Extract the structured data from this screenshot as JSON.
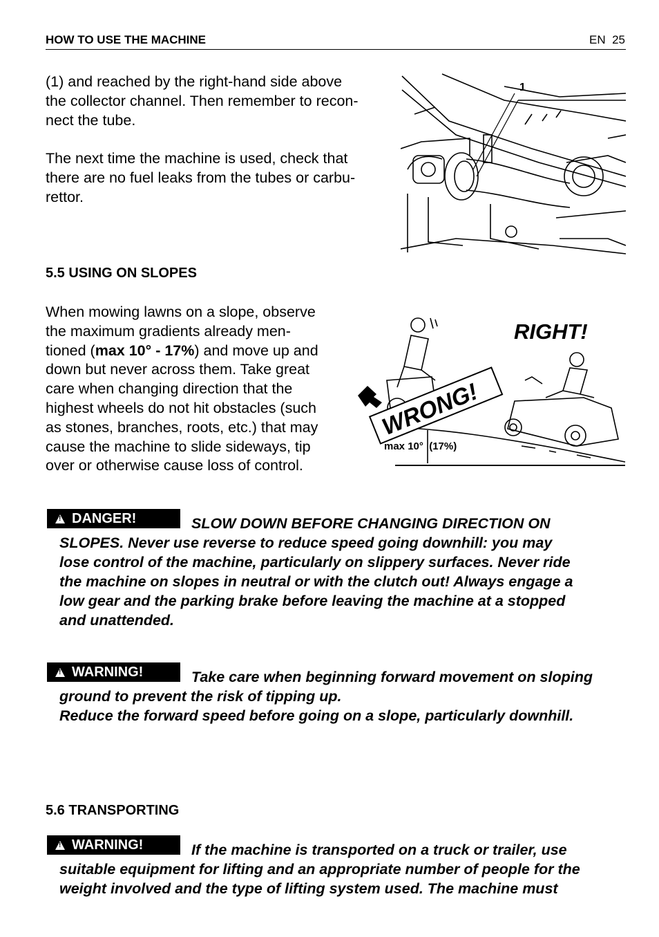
{
  "header": {
    "section_title": "HOW TO USE THE MACHINE",
    "page_ref": "EN  25"
  },
  "intro": {
    "para1": "(1) and reached by the right-hand side above the collector channel. Then remember to recon-nect the tube.",
    "para1_lines": [
      "(1) and reached by the right-hand side above",
      "the collector channel. Then remember to recon-",
      "nect the tube."
    ],
    "para2_lines": [
      "The next time the machine is used, check that",
      "there are no fuel leaks from the tubes or carbu-",
      "rettor."
    ]
  },
  "figure_top": {
    "callout": "1"
  },
  "section_55": {
    "heading": "5.5  USING ON SLOPES",
    "lines": [
      "When mowing lawns on a slope, observe",
      "the maximum gradients already men-",
      "tioned (",
      "max 10° - 17%",
      ") and move up and",
      "down but never across them. Take great",
      "care when changing direction that the",
      "highest wheels do not hit obstacles (such",
      "as stones, branches, roots, etc.) that may",
      "cause the machine to slide sideways, tip",
      "over or otherwise cause loss of control."
    ]
  },
  "figure_slope": {
    "right_label": "RIGHT!",
    "wrong_label": "WRONG!",
    "gradient_label": "max 10°  (17%)"
  },
  "danger": {
    "badge": "DANGER!",
    "lines": [
      "SLOW DOWN BEFORE CHANGING DIRECTION ON",
      "SLOPES.  Never use reverse to reduce speed going downhill: you may",
      "lose control of the machine, particularly on slippery surfaces.  Never ride",
      "the machine on slopes in neutral or with the clutch out! Always engage a",
      "low gear and the parking brake before leaving the machine at a stopped",
      "and unattended."
    ]
  },
  "warning1": {
    "badge": "WARNING!",
    "lines": [
      "Take care when beginning forward movement on sloping",
      "ground to prevent the risk of tipping up.",
      "Reduce the forward speed before going on a slope, particularly downhill."
    ]
  },
  "section_56": {
    "heading": "5.6  TRANSPORTING"
  },
  "warning2": {
    "badge": "WARNING!",
    "lines": [
      "If the machine is transported on a truck or trailer, use",
      "suitable equipment for lifting and an appropriate number of people for the",
      "weight involved and the type of lifting system used. The machine must"
    ]
  }
}
